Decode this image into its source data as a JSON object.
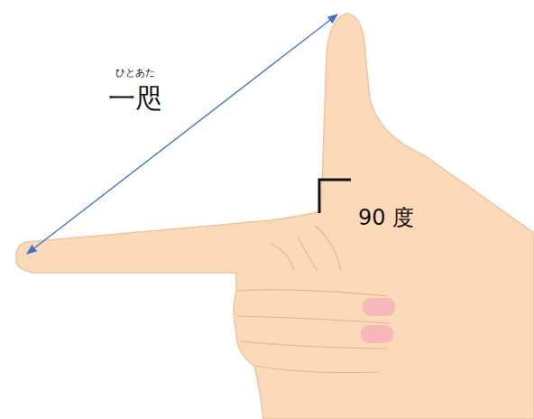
{
  "diagram": {
    "labels": [
      "ひとあた",
      "一咫",
      "90 度"
    ]
  }
}
